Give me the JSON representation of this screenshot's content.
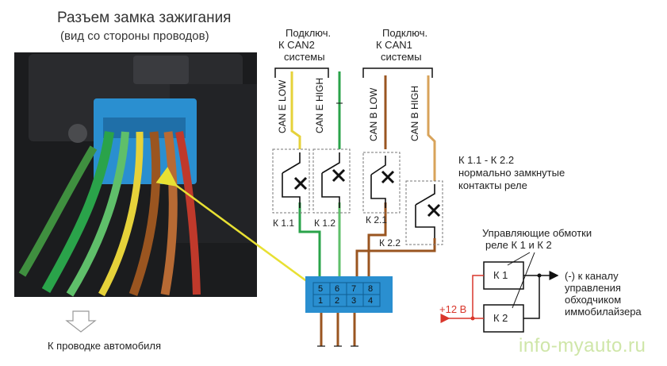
{
  "header": {
    "title": "Разъем замка зажигания",
    "subtitle": "(вид со стороны проводов)"
  },
  "can2": {
    "label_lines": [
      "Подключ.",
      "К CAN2",
      "системы"
    ],
    "wire_low": "CAN E LOW",
    "wire_high": "CAN E HIGH"
  },
  "can1": {
    "label_lines": [
      "Подключ.",
      "К CAN1",
      "системы"
    ],
    "wire_low": "CAN B LOW",
    "wire_high": "CAN B HIGH"
  },
  "relays": {
    "k11": "К 1.1",
    "k12": "К 1.2",
    "k21": "К 2.1",
    "k22": "К 2.2",
    "note_lines": [
      "К 1.1 - К 2.2",
      "нормально замкнутые",
      "контакты реле"
    ]
  },
  "connector_pins": {
    "top": [
      "5",
      "6",
      "7",
      "8"
    ],
    "bottom": [
      "1",
      "2",
      "3",
      "4"
    ]
  },
  "coils": {
    "label_lines": [
      "Управляющие обмотки",
      "реле К 1 и К 2"
    ],
    "k1": "К 1",
    "k2": "К 2",
    "power": "+12 В",
    "output_lines": [
      "(-) к каналу",
      "управления",
      "обходчиком",
      "иммобилайзера"
    ]
  },
  "footer": {
    "wiring_label": "К проводке автомобиля",
    "watermark": "info-myauto.ru"
  },
  "colors": {
    "green": "#2aa34a",
    "light_green": "#5fbf6a",
    "yellow": "#e6d23a",
    "brown": "#9a5520",
    "tan": "#d8a35a",
    "red": "#d9362b",
    "connector_blue": "#2a8fd0",
    "arrow_yellow": "#e8e033"
  }
}
